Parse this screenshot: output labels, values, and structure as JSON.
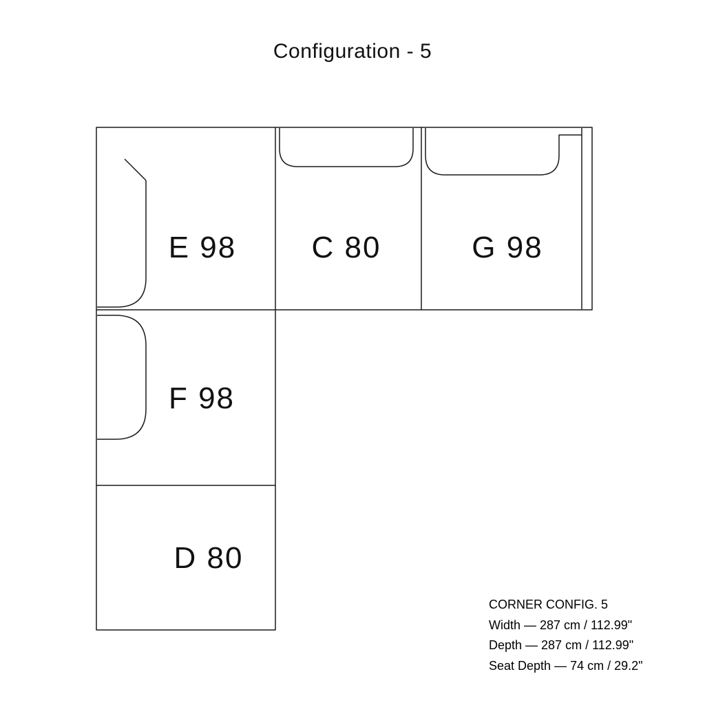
{
  "title": "Configuration - 5",
  "modules": [
    {
      "id": "E98",
      "label": "E 98"
    },
    {
      "id": "C80",
      "label": "C 80"
    },
    {
      "id": "G98",
      "label": "G 98"
    },
    {
      "id": "F98",
      "label": "F 98"
    },
    {
      "id": "D80",
      "label": "D 80"
    }
  ],
  "specs": {
    "heading": "CORNER CONFIG. 5",
    "width": "Width — 287 cm / 112.99\"",
    "depth": "Depth — 287 cm / 112.99\"",
    "seat_depth": "Seat Depth — 74 cm / 29.2\""
  },
  "colors": {
    "background": "#ffffff",
    "line": "#1a1a1a",
    "text": "#111111"
  }
}
